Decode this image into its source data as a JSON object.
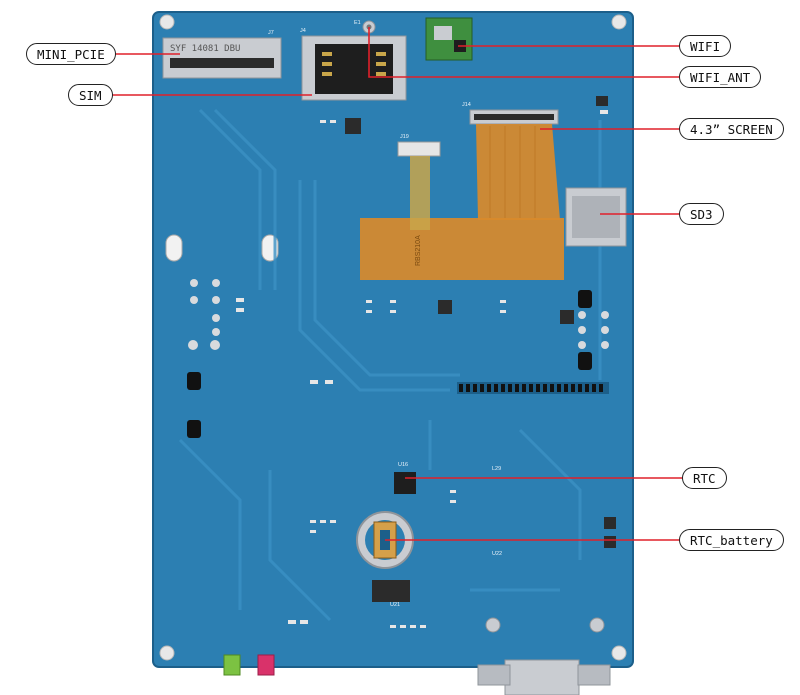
{
  "colors": {
    "pcb": "#2c7fb2",
    "pcb_dark": "#1f6a99",
    "trace": "#3b91c4",
    "leader": "#e0202a",
    "flex": "#d98a2b",
    "silver": "#c9ccd1",
    "chip": "#2b2b2b"
  },
  "callouts": {
    "mini_pcie": "MINI_PCIE",
    "sim": "SIM",
    "wifi": "WIFI",
    "wifi_ant": "WIFI_ANT",
    "screen": "4.3” SCREEN",
    "sd3": "SD3",
    "rtc": "RTC",
    "rtc_battery": "RTC_battery"
  },
  "silkscreen": {
    "pcie_slot": "SYF 14081   DBU",
    "j7": "J7",
    "j4": "J4",
    "e1": "E1",
    "j14": "J14",
    "j19": "J19",
    "u16": "U16",
    "u22": "U22",
    "u21": "U21",
    "l29": "L29",
    "flex_text": "RBS210A"
  }
}
